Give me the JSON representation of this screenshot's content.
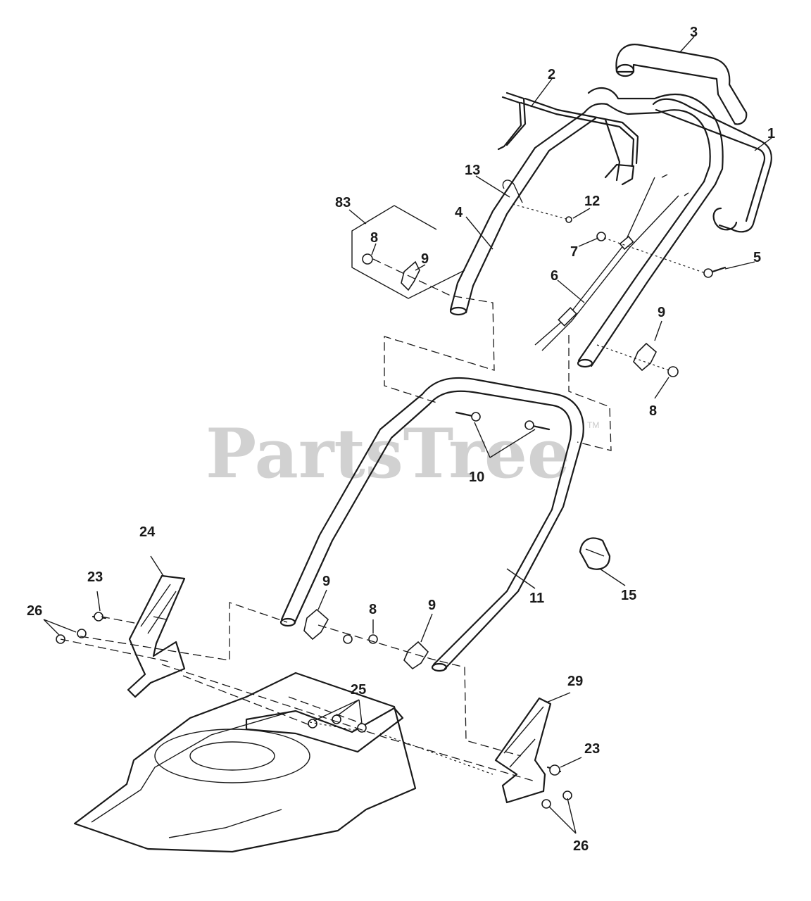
{
  "watermark": {
    "text": "PartsTree",
    "trademark": "TM"
  },
  "callouts": {
    "c1": "1",
    "c2": "2",
    "c3": "3",
    "c4": "4",
    "c5": "5",
    "c6": "6",
    "c7": "7",
    "c8a": "8",
    "c8b": "8",
    "c8c": "8",
    "c9a": "9",
    "c9b": "9",
    "c9c": "9",
    "c9d": "9",
    "c10": "10",
    "c11": "11",
    "c12": "12",
    "c13": "13",
    "c15": "15",
    "c23a": "23",
    "c23b": "23",
    "c24": "24",
    "c25": "25",
    "c26a": "26",
    "c26b": "26",
    "c29": "29",
    "c83": "83"
  }
}
